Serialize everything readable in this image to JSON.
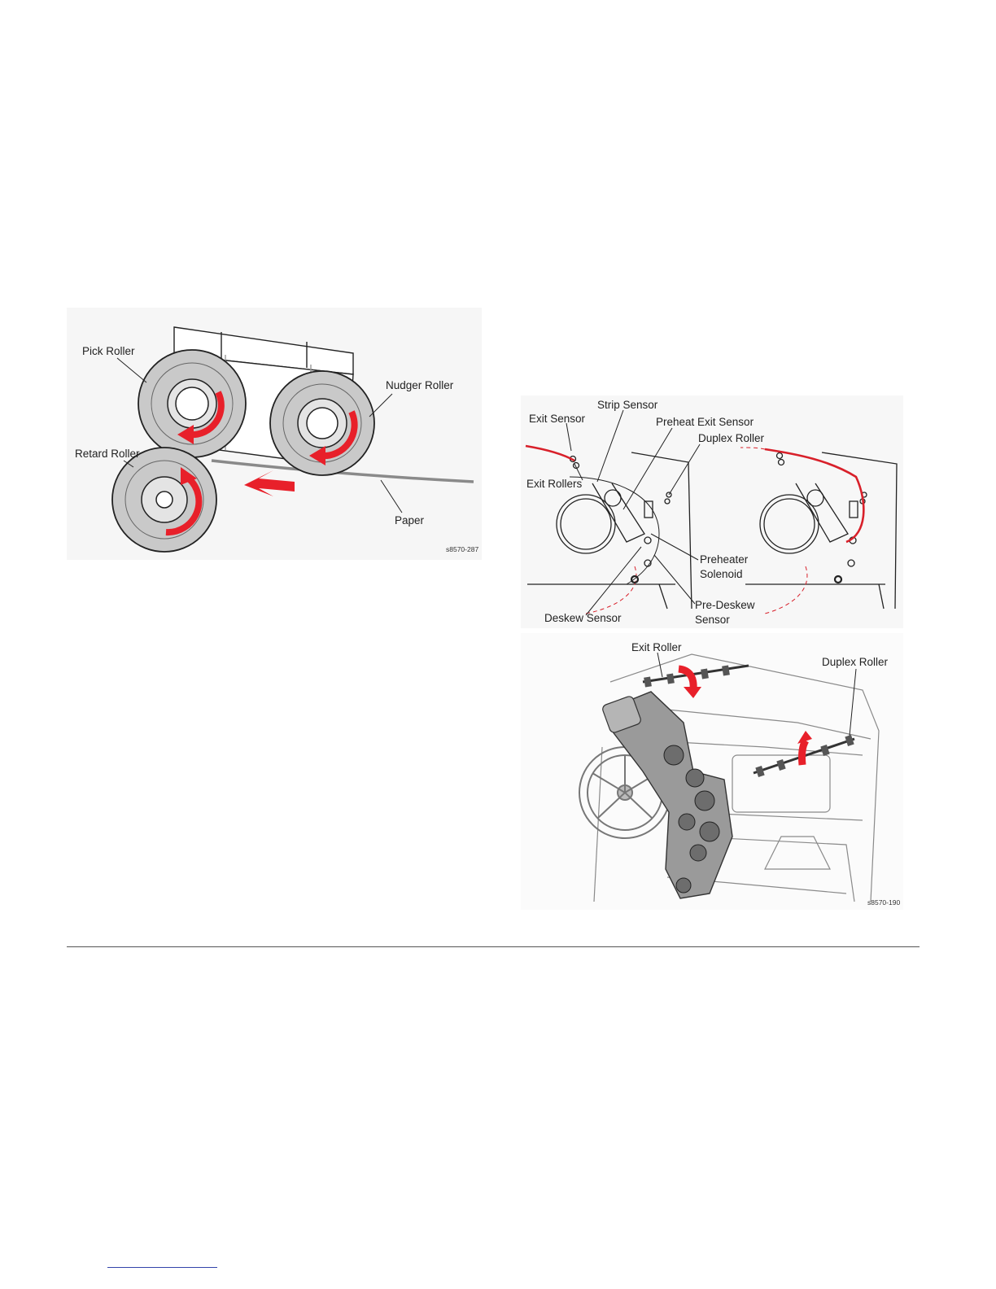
{
  "figure_left": {
    "labels": {
      "pick_roller": "Pick Roller",
      "nudger_roller": "Nudger Roller",
      "retard_roller": "Retard Roller",
      "paper": "Paper"
    },
    "caption": "s8570-287",
    "colors": {
      "arrow": "#e8202a",
      "roller": "#c8c8c8"
    }
  },
  "figure_right_top": {
    "labels": {
      "exit_sensor": "Exit Sensor",
      "strip_sensor": "Strip Sensor",
      "preheat_exit_sensor": "Preheat Exit Sensor",
      "duplex_roller": "Duplex Roller",
      "exit_rollers": "Exit Rollers",
      "preheater_line1": "Preheater",
      "preheater_line2": "Solenoid",
      "pre_deskew_line1": "Pre-Deskew",
      "pre_deskew_line2": "Sensor",
      "deskew_sensor": "Deskew Sensor"
    },
    "colors": {
      "paper_path": "#d8202a"
    }
  },
  "figure_right_bottom": {
    "labels": {
      "exit_roller": "Exit Roller",
      "duplex_roller": "Duplex Roller"
    },
    "caption": "s8570-190"
  }
}
